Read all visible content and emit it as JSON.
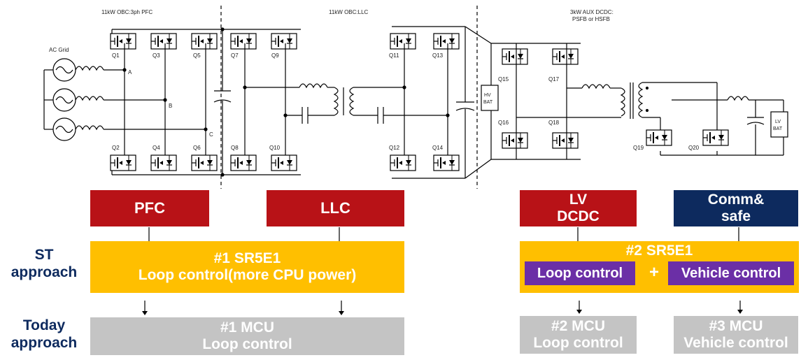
{
  "circuit": {
    "section_pfc": "11kW OBC:3ph PFC",
    "section_llc": "11kW OBC:LLC",
    "section_aux_line1": "3kW AUX DCDC:",
    "section_aux_line2": "PSFB or HSFB",
    "ac_grid": "AC Grid",
    "hv_bat_line1": "HV",
    "hv_bat_line2": "BAT",
    "lv_bat_line1": "LV",
    "lv_bat_line2": "BAT",
    "node_a": "A",
    "node_b": "B",
    "node_c": "C",
    "transistors": {
      "q1": "Q1",
      "q2": "Q2",
      "q3": "Q3",
      "q4": "Q4",
      "q5": "Q5",
      "q6": "Q6",
      "q7": "Q7",
      "q8": "Q8",
      "q9": "Q9",
      "q10": "Q10",
      "q11": "Q11",
      "q12": "Q12",
      "q13": "Q13",
      "q14": "Q14",
      "q15": "Q15",
      "q16": "Q16",
      "q17": "Q17",
      "q18": "Q18",
      "q19": "Q19",
      "q20": "Q20"
    }
  },
  "blocks": {
    "pfc": "PFC",
    "llc": "LLC",
    "lv_dcdc_line1": "LV",
    "lv_dcdc_line2": "DCDC",
    "comm_line1": "Comm&",
    "comm_line2": "safe"
  },
  "st_approach": {
    "label_line1": "ST",
    "label_line2": "approach",
    "sr5e1_1_title": "#1 SR5E1",
    "sr5e1_1_subtitle": "Loop control(more CPU power)",
    "sr5e1_2_title": "#2 SR5E1",
    "loop_control": "Loop control",
    "plus": "+",
    "vehicle_control": "Vehicle control"
  },
  "today_approach": {
    "label_line1": "Today",
    "label_line2": "approach",
    "mcu1_title": "#1 MCU",
    "mcu1_subtitle": "Loop control",
    "mcu2_title": "#2 MCU",
    "mcu2_subtitle": "Loop control",
    "mcu3_title": "#3 MCU",
    "mcu3_subtitle": "Vehicle control"
  }
}
